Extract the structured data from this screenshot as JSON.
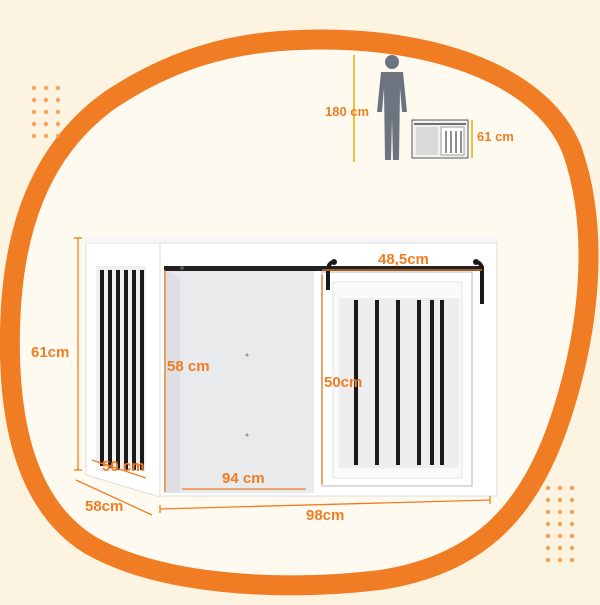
{
  "colors": {
    "background": "#fdf3e1",
    "accent_orange": "#f07d24",
    "blob_fill": "#fffaf0",
    "person_gray": "#6e7380",
    "frame_white": "#ffffff",
    "bars_black": "#1a1a1a"
  },
  "scale_reference": {
    "person_height": "180 cm",
    "mini_kennel_height": "61 cm"
  },
  "dimensions": {
    "height_total": "61cm",
    "depth": "58cm",
    "width_total": "98cm",
    "door_width": "48,5cm",
    "inner_height": "58 cm",
    "door_height": "50cm",
    "inner_width": "94 cm",
    "side_height": "50 cm"
  }
}
